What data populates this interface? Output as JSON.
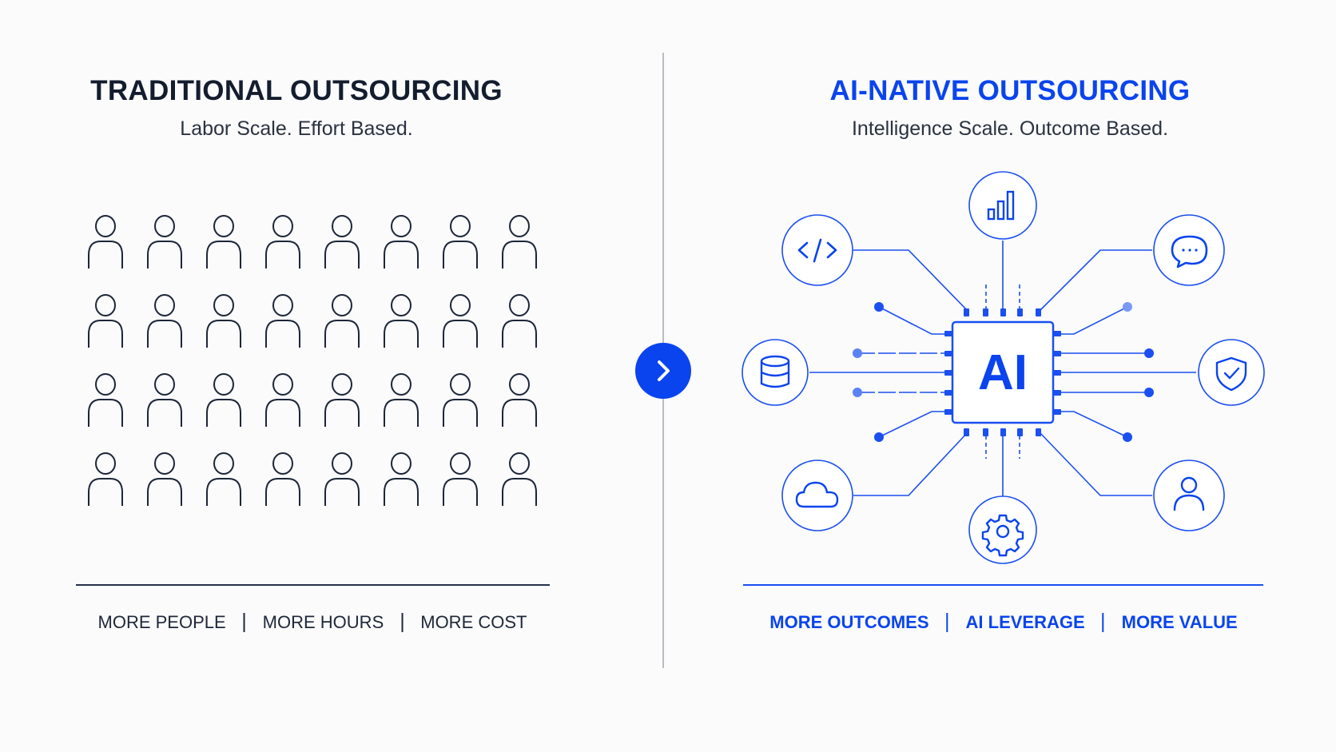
{
  "left_panel": {
    "title": "TRADITIONAL OUTSOURCING",
    "subtitle": "Labor Scale. Effort Based.",
    "people_grid": {
      "rows": 4,
      "columns": 8,
      "icon": "person-outline-icon"
    },
    "footer_items": [
      "MORE PEOPLE",
      "MORE HOURS",
      "MORE COST"
    ]
  },
  "transition": {
    "icon": "chevron-right-icon"
  },
  "right_panel": {
    "title": "AI-NATIVE OUTSOURCING",
    "subtitle": "Intelligence Scale. Outcome Based.",
    "chip_label": "AI",
    "nodes": [
      {
        "icon": "bar-chart-icon"
      },
      {
        "icon": "code-icon"
      },
      {
        "icon": "chat-bubble-icon"
      },
      {
        "icon": "database-icon"
      },
      {
        "icon": "shield-check-icon"
      },
      {
        "icon": "cloud-icon"
      },
      {
        "icon": "gear-icon"
      },
      {
        "icon": "user-icon"
      }
    ],
    "footer_items": [
      "MORE OUTCOMES",
      "AI LEVERAGE",
      "MORE VALUE"
    ]
  },
  "colors": {
    "accent_blue": "#0a44ee",
    "dark_navy": "#141d2e",
    "text_gray": "#2a3240",
    "divider": "#b9bcc3",
    "background": "#fbfbfc"
  }
}
